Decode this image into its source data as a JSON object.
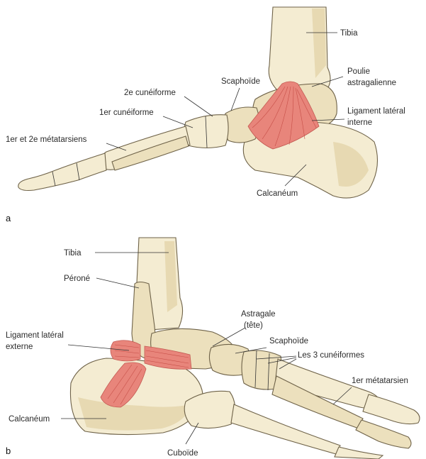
{
  "panels": [
    {
      "letter": "a",
      "labels": {
        "tibia": "Tibia",
        "poulie_line1": "Poulie",
        "poulie_line2": "astragalienne",
        "scaphoide": "Scaphoïde",
        "cuneiforme2": "2e cunéiforme",
        "cuneiforme1": "1er cunéiforme",
        "ligament_line1": "Ligament latéral",
        "ligament_line2": "interne",
        "metatarsiens": "1er et 2e métatarsiens",
        "calcaneum": "Calcanéum"
      }
    },
    {
      "letter": "b",
      "labels": {
        "tibia": "Tibia",
        "perone": "Péroné",
        "astragale_line1": "Astragale",
        "astragale_line2": "(tête)",
        "ligament_line1": "Ligament latéral",
        "ligament_line2": "externe",
        "scaphoide": "Scaphoïde",
        "cuneiformes": "Les 3 cunéiformes",
        "metatarsien": "1er métatarsien",
        "calcaneum": "Calcanéum",
        "cuboide": "Cuboïde"
      }
    }
  ],
  "colors": {
    "bone": "#f4ecd2",
    "bone_outline": "#6e6248",
    "ligament": "#e8857b"
  }
}
